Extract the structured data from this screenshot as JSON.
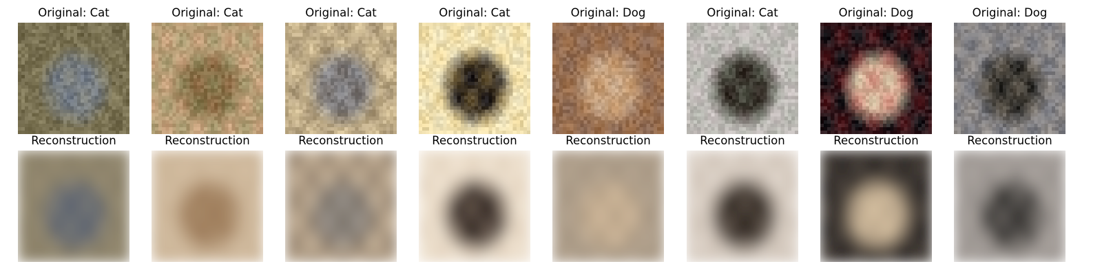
{
  "rows": {
    "original": [
      {
        "label": "Original: Cat",
        "subject": "cat",
        "bg": "#6e6648",
        "body": "#6d7683",
        "accent": "#a8a07a"
      },
      {
        "label": "Original: Cat",
        "subject": "cat",
        "bg": "#c9a27d",
        "body": "#8e6a44",
        "accent": "#6b8f5a"
      },
      {
        "label": "Original: Cat",
        "subject": "cat",
        "bg": "#d8c49b",
        "body": "#8a8a8e",
        "accent": "#4a3a2a"
      },
      {
        "label": "Original: Cat",
        "subject": "cat",
        "bg": "#f0e6c0",
        "body": "#1a1618",
        "accent": "#e8c060"
      },
      {
        "label": "Original: Dog",
        "subject": "dog",
        "bg": "#8d6b57",
        "body": "#c9aa8c",
        "accent": "#b8722e"
      },
      {
        "label": "Original: Cat",
        "subject": "cat",
        "bg": "#c8c0bf",
        "body": "#2e2620",
        "accent": "#8aa08a"
      },
      {
        "label": "Original: Dog",
        "subject": "dog",
        "bg": "#141418",
        "body": "#d9c6a8",
        "accent": "#c0282e"
      },
      {
        "label": "Original: Dog",
        "subject": "dog",
        "bg": "#77787f",
        "body": "#23221f",
        "accent": "#c9b8a0"
      }
    ],
    "reconstruction": [
      {
        "label": "Reconstruction",
        "bg": "#8a8068",
        "body": "#5a6270",
        "accent": "#a89c80"
      },
      {
        "label": "Reconstruction",
        "bg": "#d2bca0",
        "body": "#9c7a58",
        "accent": "#c0a888"
      },
      {
        "label": "Reconstruction",
        "bg": "#c8b49a",
        "body": "#9a948c",
        "accent": "#3a2c22"
      },
      {
        "label": "Reconstruction",
        "bg": "#f0e4d2",
        "body": "#2e2420",
        "accent": "#d0b8a0"
      },
      {
        "label": "Reconstruction",
        "bg": "#b4a490",
        "body": "#d0b89a",
        "accent": "#8a7a66"
      },
      {
        "label": "Reconstruction",
        "bg": "#e0d6cc",
        "body": "#2a221c",
        "accent": "#b0a090"
      },
      {
        "label": "Reconstruction",
        "bg": "#2a2624",
        "body": "#d6c0a0",
        "accent": "#8a7a6a"
      },
      {
        "label": "Reconstruction",
        "bg": "#9a9490",
        "body": "#2e2c2a",
        "accent": "#c8c0b8"
      }
    ]
  }
}
